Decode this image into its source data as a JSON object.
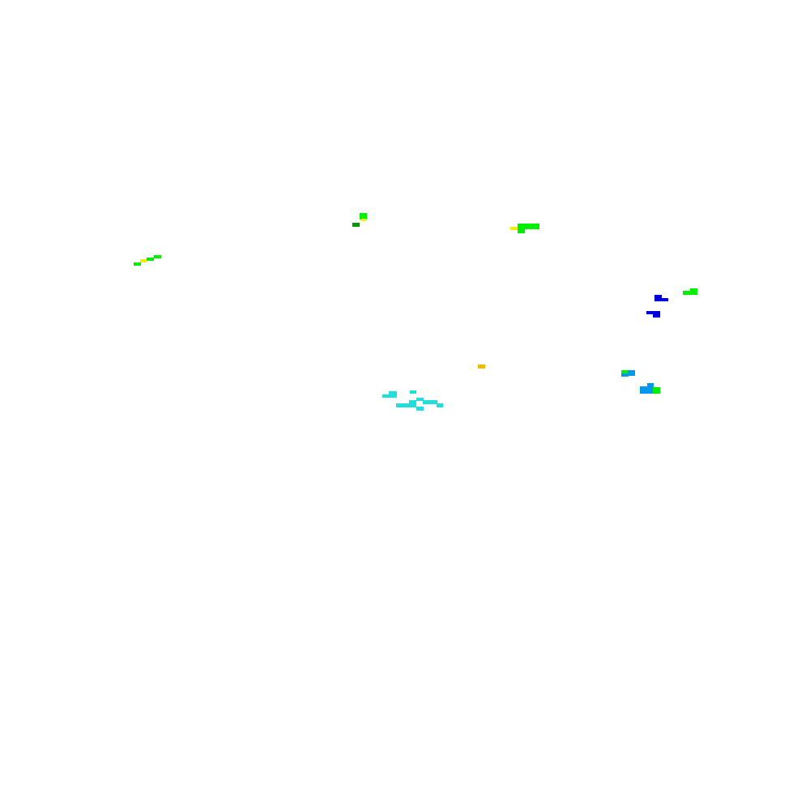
{
  "map": {
    "background_color": "#ffffff",
    "palette": {
      "green": "#00ee00",
      "dark_green": "#009900",
      "yellow": "#eeee00",
      "gold": "#e6c000",
      "blue": "#0000dd",
      "sky_blue": "#0099ee",
      "cyan": "#22dddd"
    },
    "clusters": [
      {
        "name": "cluster-west-yellow-green",
        "colors": [
          "green",
          "yellow"
        ]
      },
      {
        "name": "cluster-north-green",
        "colors": [
          "green",
          "yellow",
          "dark_green"
        ]
      },
      {
        "name": "cluster-north-east-green",
        "colors": [
          "green",
          "yellow"
        ]
      },
      {
        "name": "cluster-east-green",
        "colors": [
          "green"
        ]
      },
      {
        "name": "cluster-east-blue",
        "colors": [
          "blue"
        ]
      },
      {
        "name": "cluster-central-gold",
        "colors": [
          "gold"
        ]
      },
      {
        "name": "cluster-east-skyblue",
        "colors": [
          "sky_blue",
          "green"
        ]
      },
      {
        "name": "cluster-central-cyan",
        "colors": [
          "cyan"
        ]
      }
    ]
  }
}
